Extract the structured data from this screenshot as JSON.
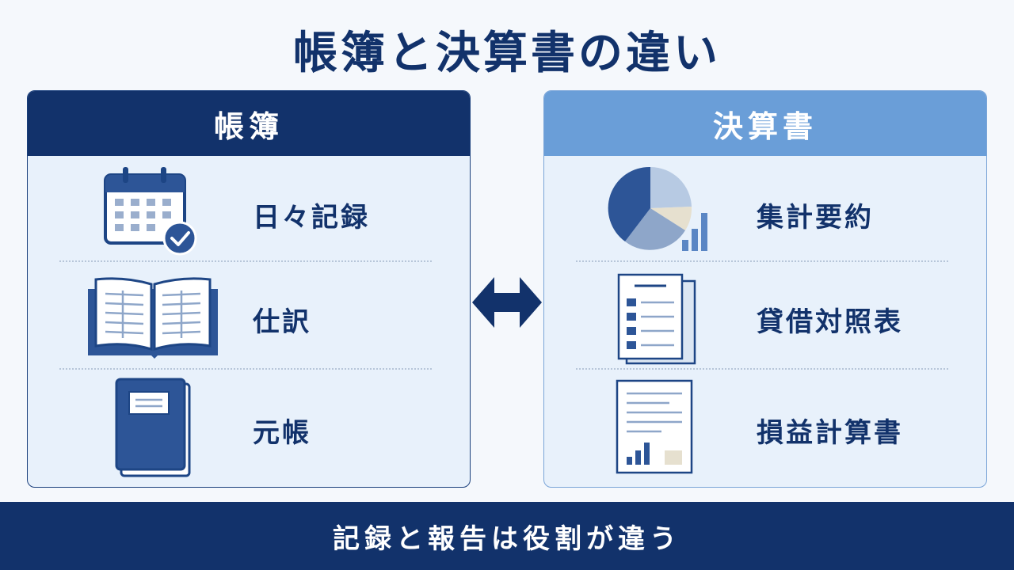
{
  "title": "帳簿と決算書の違い",
  "left_panel": {
    "header": "帳簿",
    "items": [
      {
        "label": "日々記録",
        "icon": "calendar-check-icon"
      },
      {
        "label": "仕訳",
        "icon": "open-book-icon"
      },
      {
        "label": "元帳",
        "icon": "ledger-book-icon"
      }
    ]
  },
  "right_panel": {
    "header": "決算書",
    "items": [
      {
        "label": "集計要約",
        "icon": "pie-chart-icon"
      },
      {
        "label": "貸借対照表",
        "icon": "balance-sheet-icon"
      },
      {
        "label": "損益計算書",
        "icon": "income-statement-icon"
      }
    ]
  },
  "footer": "記録と報告は役割が違う",
  "colors": {
    "navy": "#12326b",
    "light_blue": "#6a9ed8",
    "panel_bg": "#e8f1fb"
  }
}
